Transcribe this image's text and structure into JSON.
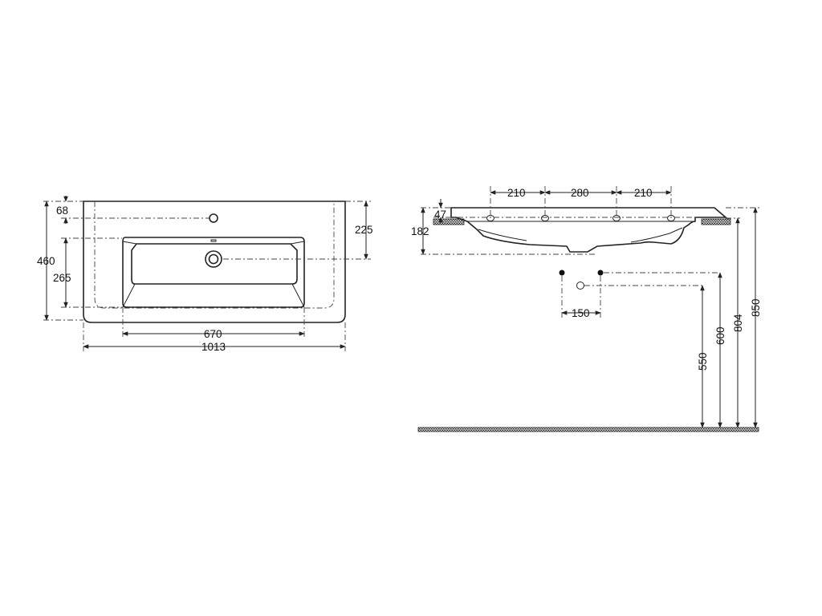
{
  "top_view": {
    "dim_68": "68",
    "dim_460": "460",
    "dim_265": "265",
    "dim_225": "225",
    "dim_670": "670",
    "dim_1013": "1013"
  },
  "side_view": {
    "dim_210_left": "210",
    "dim_280": "280",
    "dim_210_right": "210",
    "dim_47": "47",
    "dim_182": "182",
    "dim_150": "150",
    "dim_550": "550",
    "dim_600": "600",
    "dim_804": "804",
    "dim_850": "850"
  }
}
